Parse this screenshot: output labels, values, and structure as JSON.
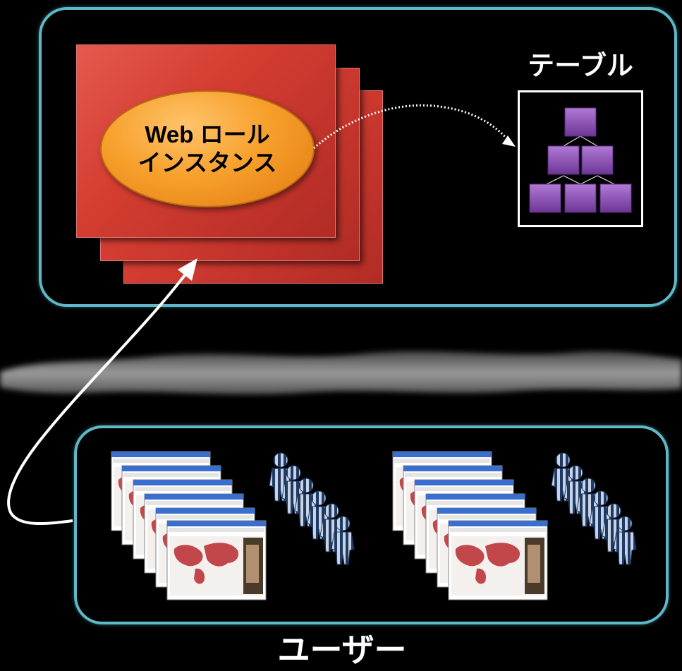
{
  "diagram": {
    "web_role_line1": "Web ロール",
    "web_role_line2": "インスタンス",
    "table_label": "テーブル",
    "users_label": "ユーザー"
  },
  "colors": {
    "panel_border": "#5fb8c8",
    "instance_card": "#d43d32",
    "web_role": "#f7a02c",
    "table_node": "#8f4fbf",
    "arrow": "#ffffff"
  },
  "icons": {
    "table_hierarchy": "hierarchy-icon",
    "browser_window": "browser-window-icon",
    "person": "person-icon"
  }
}
